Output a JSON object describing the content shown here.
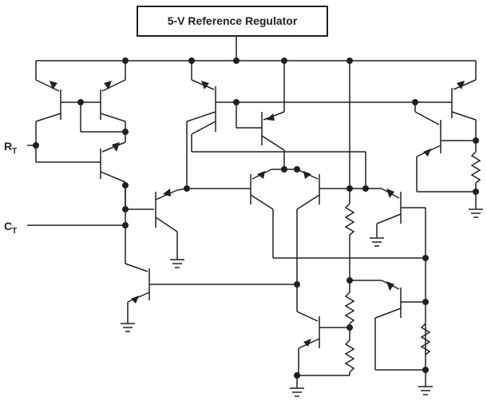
{
  "regulator_block": {
    "title": "5-V Reference Regulator"
  },
  "pins": {
    "rt": {
      "main": "R",
      "sub": "T"
    },
    "ct": {
      "main": "C",
      "sub": "T"
    }
  }
}
